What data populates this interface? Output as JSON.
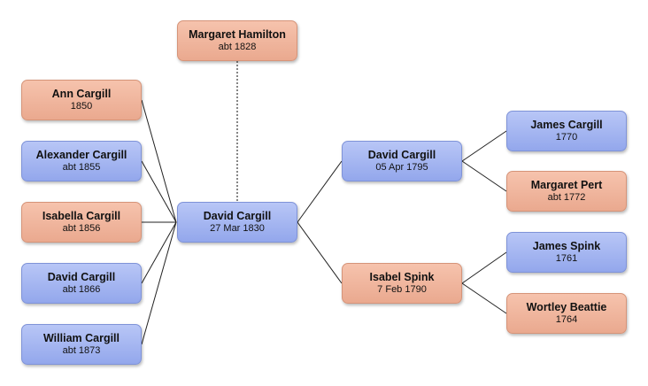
{
  "people": {
    "margaret_hamilton": {
      "name": "Margaret Hamilton",
      "date": "abt 1828",
      "gender": "female"
    },
    "ann_cargill": {
      "name": "Ann Cargill",
      "date": "1850",
      "gender": "female"
    },
    "alexander_cargill": {
      "name": "Alexander Cargill",
      "date": "abt 1855",
      "gender": "male"
    },
    "isabella_cargill": {
      "name": "Isabella Cargill",
      "date": "abt 1856",
      "gender": "female"
    },
    "david_cargill_1866": {
      "name": "David Cargill",
      "date": "abt 1866",
      "gender": "male"
    },
    "william_cargill": {
      "name": "William Cargill",
      "date": "abt 1873",
      "gender": "male"
    },
    "david_cargill_1830": {
      "name": "David Cargill",
      "date": "27 Mar 1830",
      "gender": "male"
    },
    "david_cargill_1795": {
      "name": "David Cargill",
      "date": "05 Apr 1795",
      "gender": "male"
    },
    "isabel_spink": {
      "name": "Isabel Spink",
      "date": "7 Feb 1790",
      "gender": "female"
    },
    "james_cargill": {
      "name": "James Cargill",
      "date": "1770",
      "gender": "male"
    },
    "margaret_pert": {
      "name": "Margaret Pert",
      "date": "abt 1772",
      "gender": "female"
    },
    "james_spink": {
      "name": "James Spink",
      "date": "1761",
      "gender": "male"
    },
    "wortley_beattie": {
      "name": "Wortley Beattie",
      "date": "1764",
      "gender": "female"
    }
  },
  "colors": {
    "male": "#a5b6f1",
    "female": "#f0b59c",
    "line": "#222222"
  }
}
